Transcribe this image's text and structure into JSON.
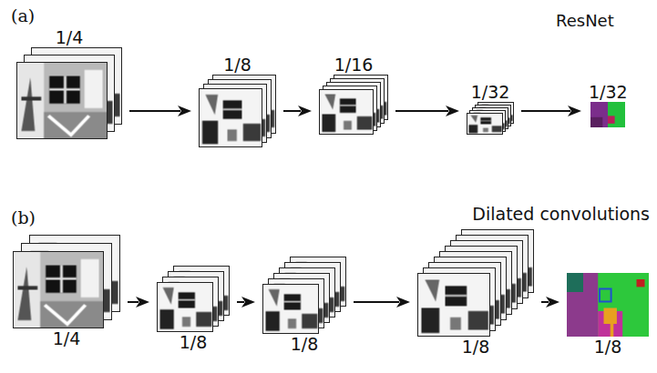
{
  "diagram": {
    "nodes": [
      {
        "text": [
          "1/4"
        ]
      },
      {
        "text": [
          "1/8"
        ]
      },
      {
        "text": [
          "1/16"
        ]
      },
      {
        "text": [
          "1/32"
        ]
      },
      {
        "text": [
          "1/32"
        ]
      },
      {
        "text": [
          "1/4"
        ]
      },
      {
        "text": [
          "1/8"
        ]
      },
      {
        "text": [
          "1/8"
        ]
      },
      {
        "text": [
          "1/8"
        ]
      },
      {
        "text": [
          "1/8"
        ]
      }
    ],
    "edges": [
      {
        "from": 0,
        "to": 1,
        "arrow": "to"
      },
      {
        "from": 1,
        "to": 2,
        "arrow": "to"
      },
      {
        "from": 2,
        "to": 3,
        "arrow": "to"
      },
      {
        "from": 3,
        "to": 4,
        "arrow": "to"
      },
      {
        "from": 5,
        "to": 6,
        "arrow": "to"
      },
      {
        "from": 6,
        "to": 7,
        "arrow": "to"
      },
      {
        "from": 7,
        "to": 8,
        "arrow": "to"
      },
      {
        "from": 8,
        "to": 9,
        "arrow": "to"
      }
    ],
    "labels": [
      "(a)",
      "ResNet",
      "(b)",
      "Dilated convolutions"
    ]
  }
}
